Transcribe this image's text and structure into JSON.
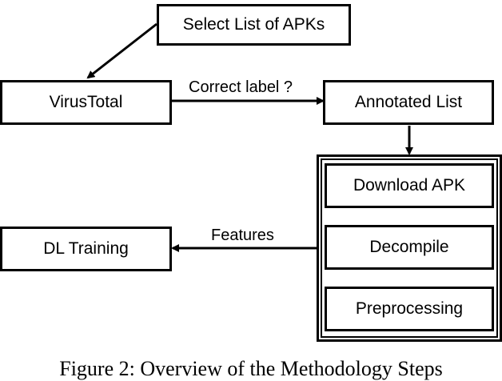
{
  "nodes": {
    "select_list": "Select List of APKs",
    "virustotal": "VirusTotal",
    "annotated_list": "Annotated List",
    "download_apk": "Download APK",
    "decompile": "Decompile",
    "preprocessing": "Preprocessing",
    "dl_training": "DL Training"
  },
  "edges": {
    "correct_label": "Correct label ?",
    "features": "Features"
  },
  "caption": "Figure 2: Overview of the Methodology Steps"
}
